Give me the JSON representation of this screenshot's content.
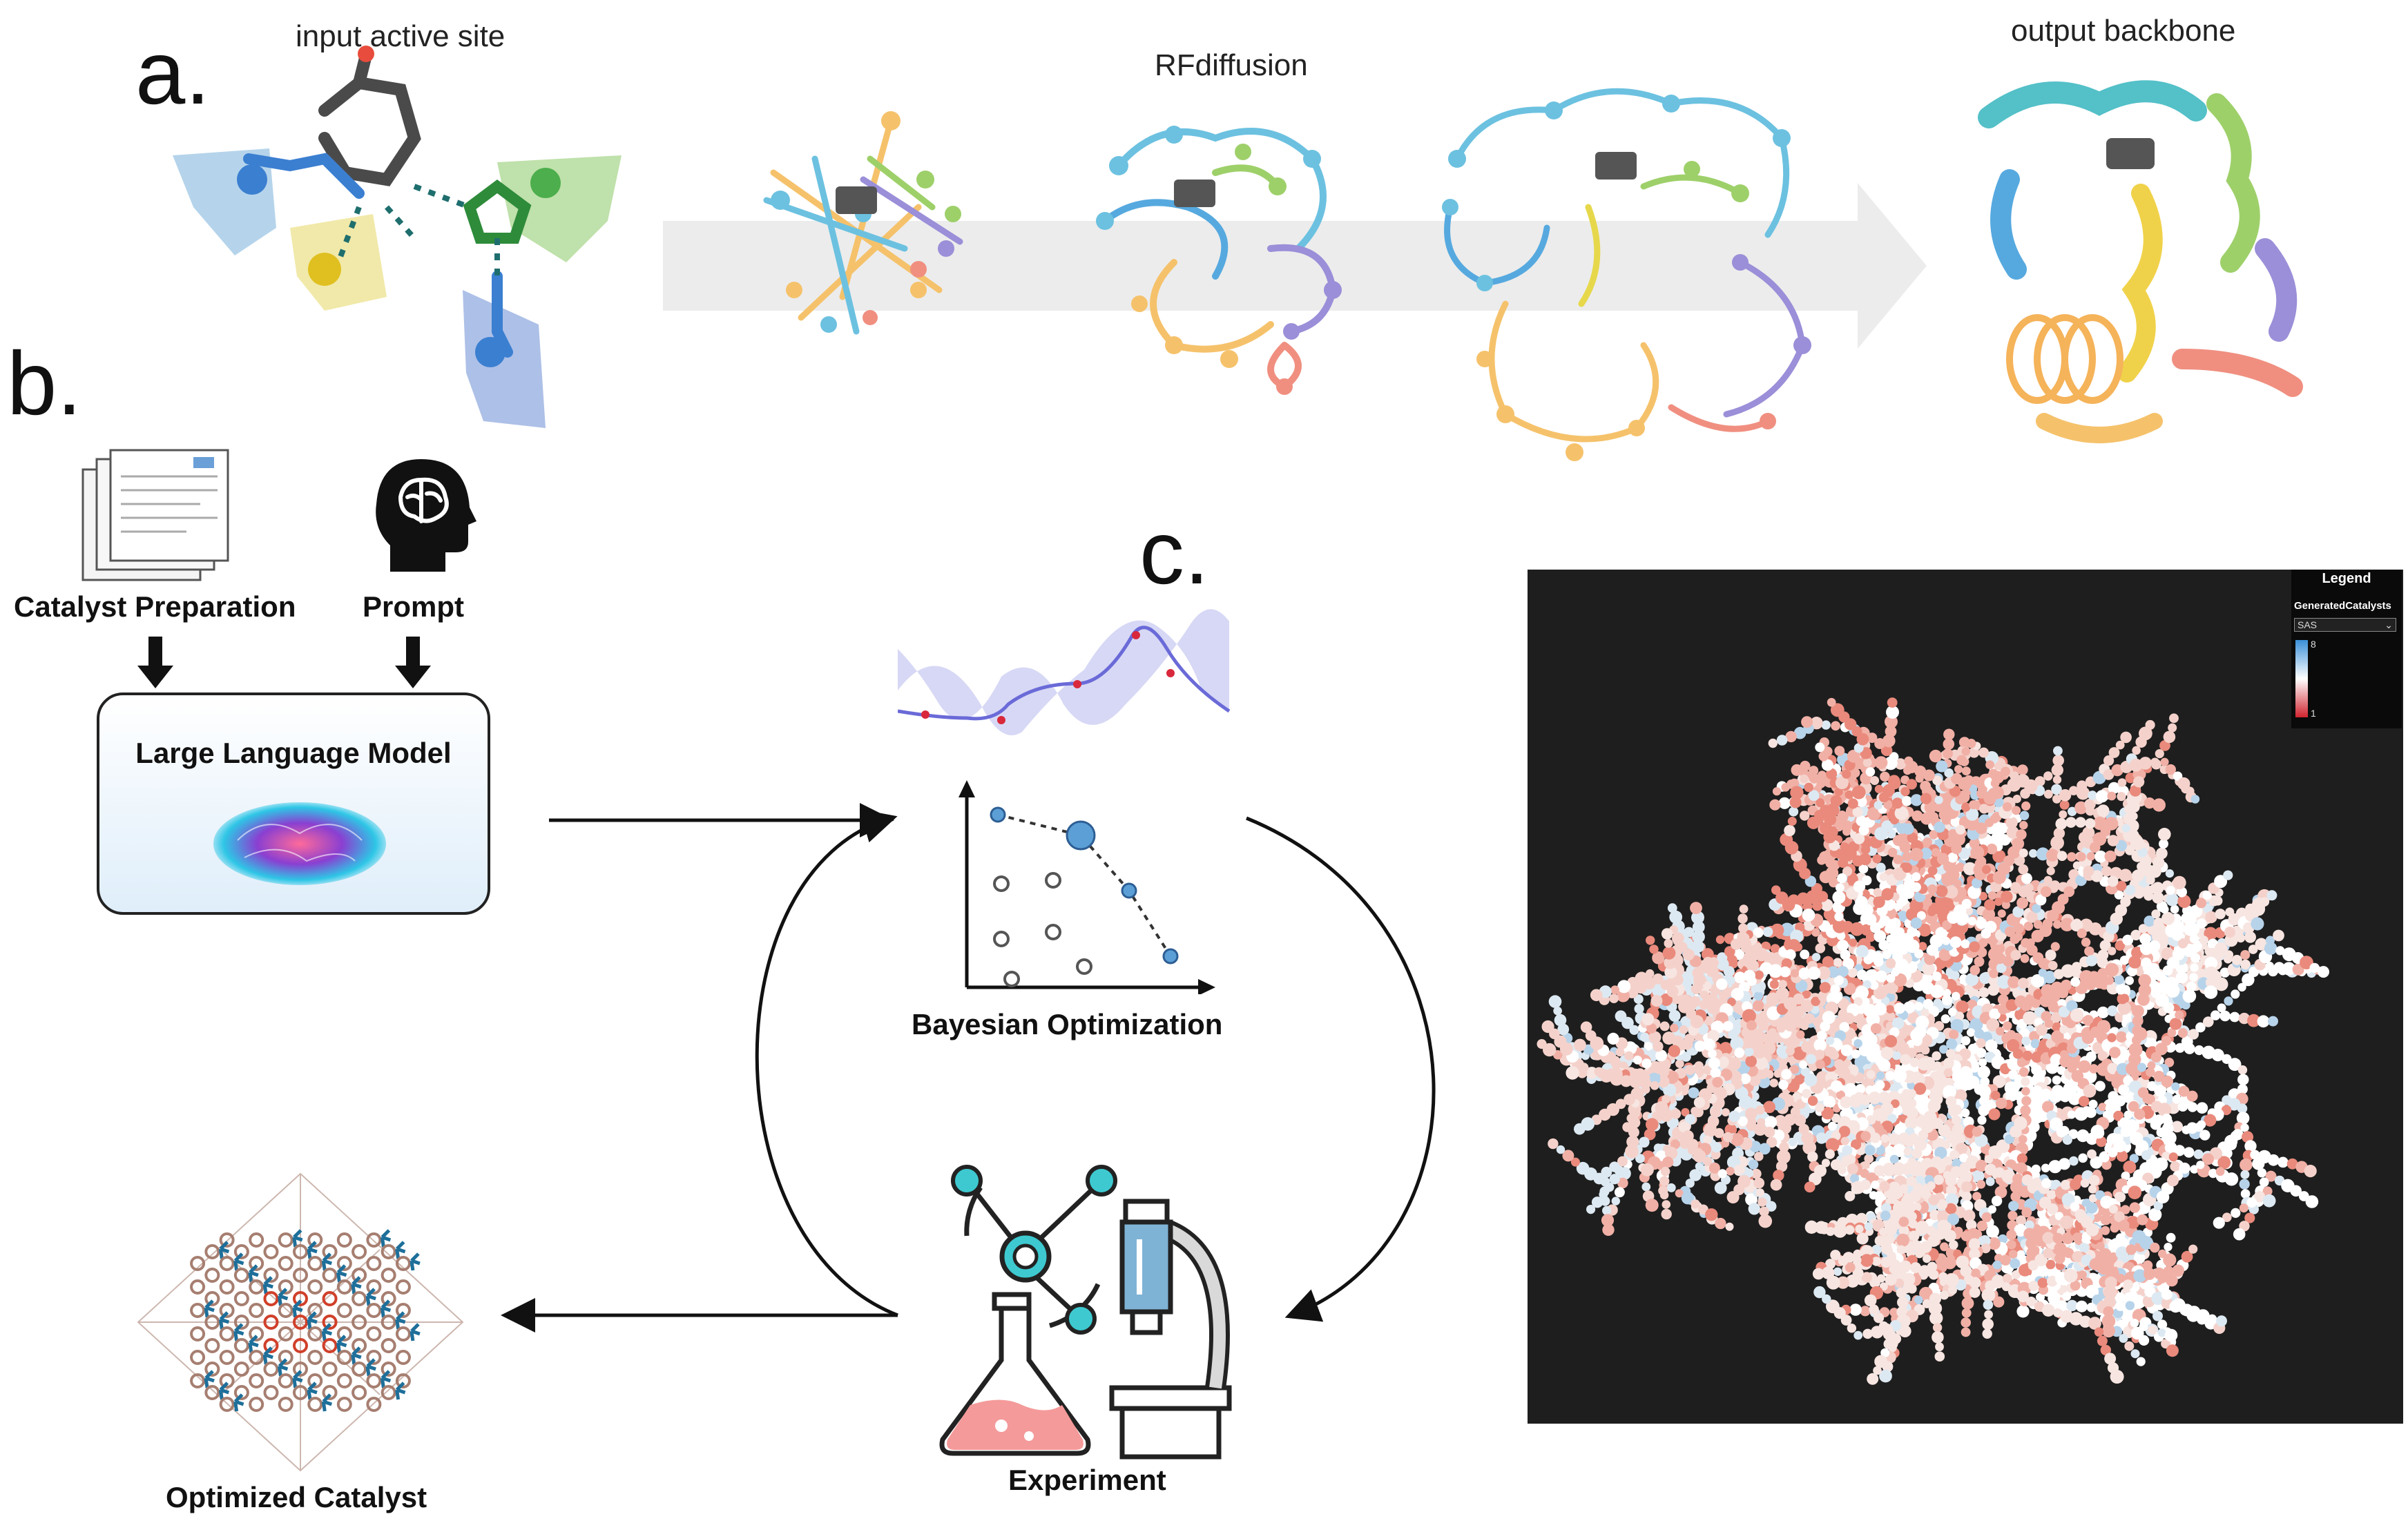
{
  "panel_a": {
    "letter": "a.",
    "input_label": "input active site",
    "middle_label": "RFdiffusion",
    "output_label": "output backbone"
  },
  "panel_b": {
    "letter": "b.",
    "catalyst_prep_label": "Catalyst Preparation",
    "prompt_label": "Prompt",
    "llm_label": "Large Language Model",
    "bayes_label": "Bayesian Optimization",
    "experiment_label": "Experiment",
    "optimized_label": "Optimized Catalyst"
  },
  "panel_c": {
    "letter": "c.",
    "legend_title": "Legend",
    "legend_field": "GeneratedCatalysts",
    "legend_select": "SAS",
    "legend_max": "8",
    "legend_min": "1",
    "colors": {
      "high": "#3a8fd8",
      "mid": "#ffffff",
      "low": "#d1242f",
      "background": "#1e1e1e"
    }
  },
  "icons": [
    "document-stack-icon",
    "brain-head-icon",
    "down-arrow-icon",
    "neural-brain-icon",
    "flask-icon",
    "microscope-icon",
    "molecule-icon",
    "crystal-lattice-icon"
  ]
}
